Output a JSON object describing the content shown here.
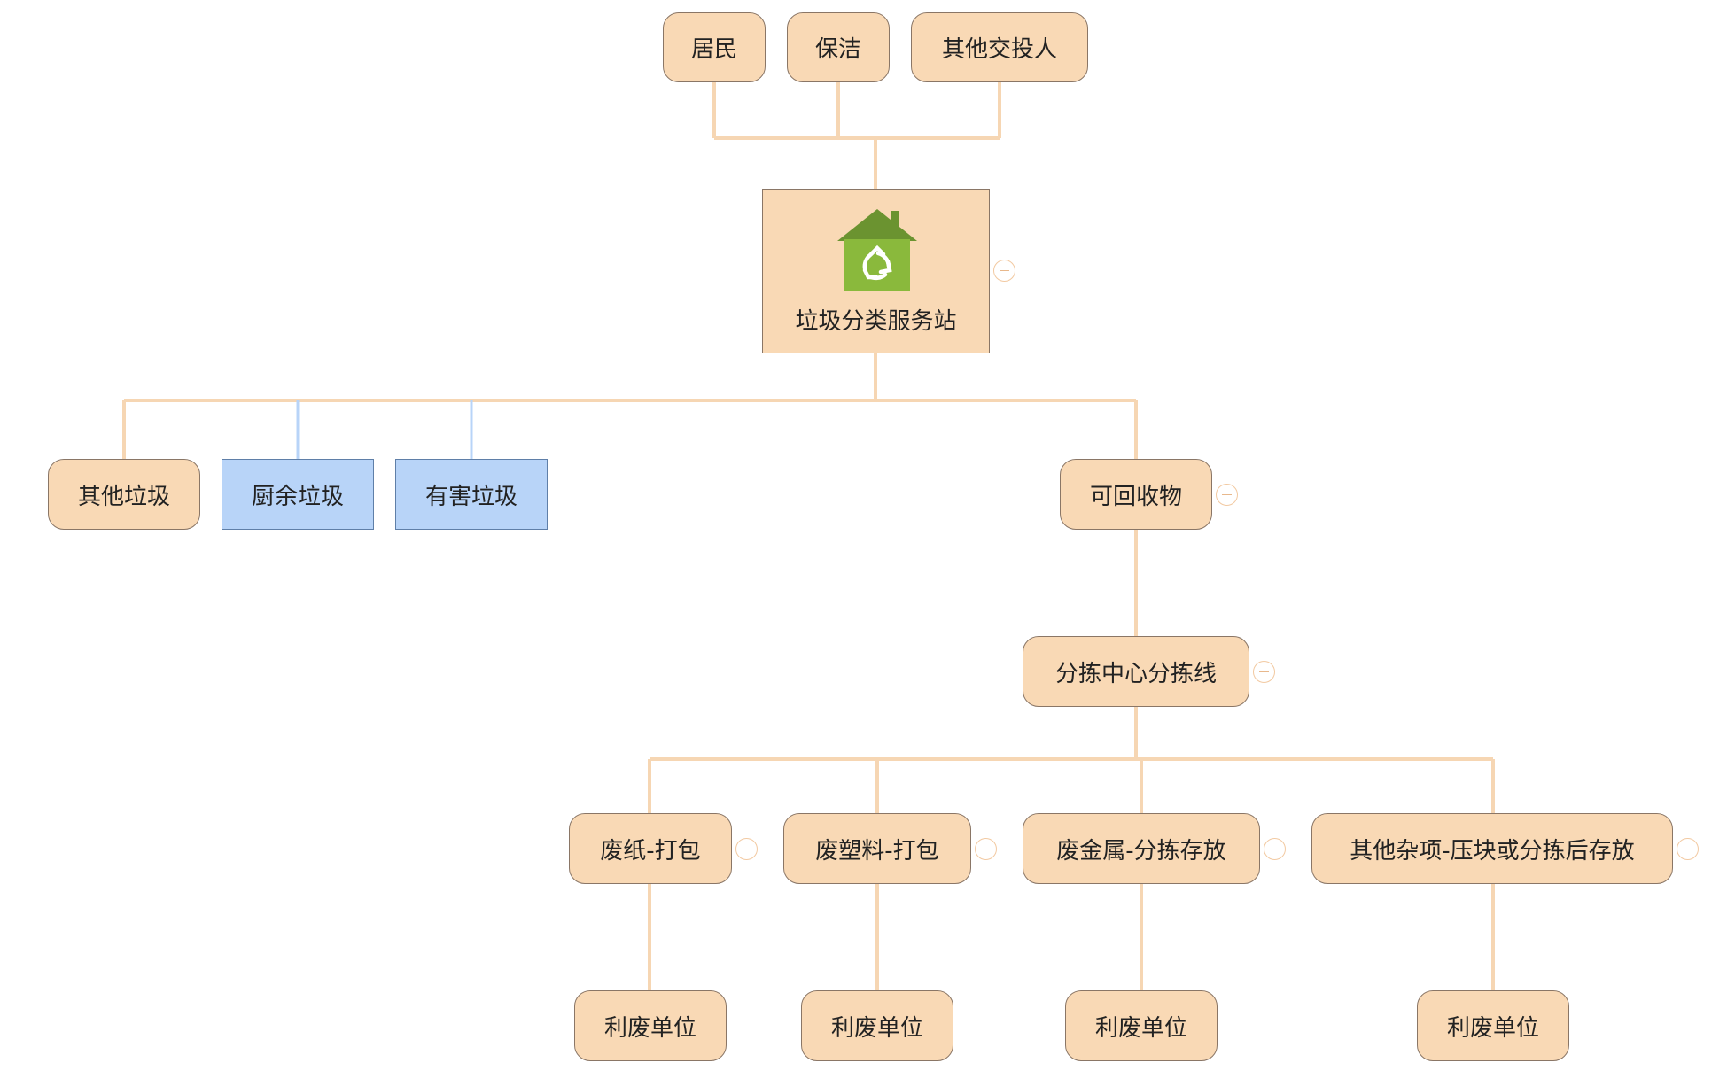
{
  "diagram": {
    "sources": [
      "居民",
      "保洁",
      "其他交投人"
    ],
    "center": {
      "label": "垃圾分类服务站",
      "icon": "recycle-house-icon"
    },
    "categories": [
      "其他垃圾",
      "厨余垃圾",
      "有害垃圾",
      "可回收物"
    ],
    "sorting_center": "分拣中心分拣线",
    "processes": [
      "废纸-打包",
      "废塑料-打包",
      "废金属-分拣存放",
      "其他杂项-压块或分拣后存放"
    ],
    "endpoints": [
      "利废单位",
      "利废单位",
      "利废单位",
      "利废单位"
    ],
    "colors": {
      "node_fill": "#f9d9b5",
      "node_border": "#8a7666",
      "blue_fill": "#b8d4f8",
      "blue_border": "#5f7fa8",
      "connector": "#f6d6b3",
      "blue_connector": "#b8d4f8",
      "icon_roof": "#6b9330",
      "icon_wall": "#8ab93c"
    }
  }
}
